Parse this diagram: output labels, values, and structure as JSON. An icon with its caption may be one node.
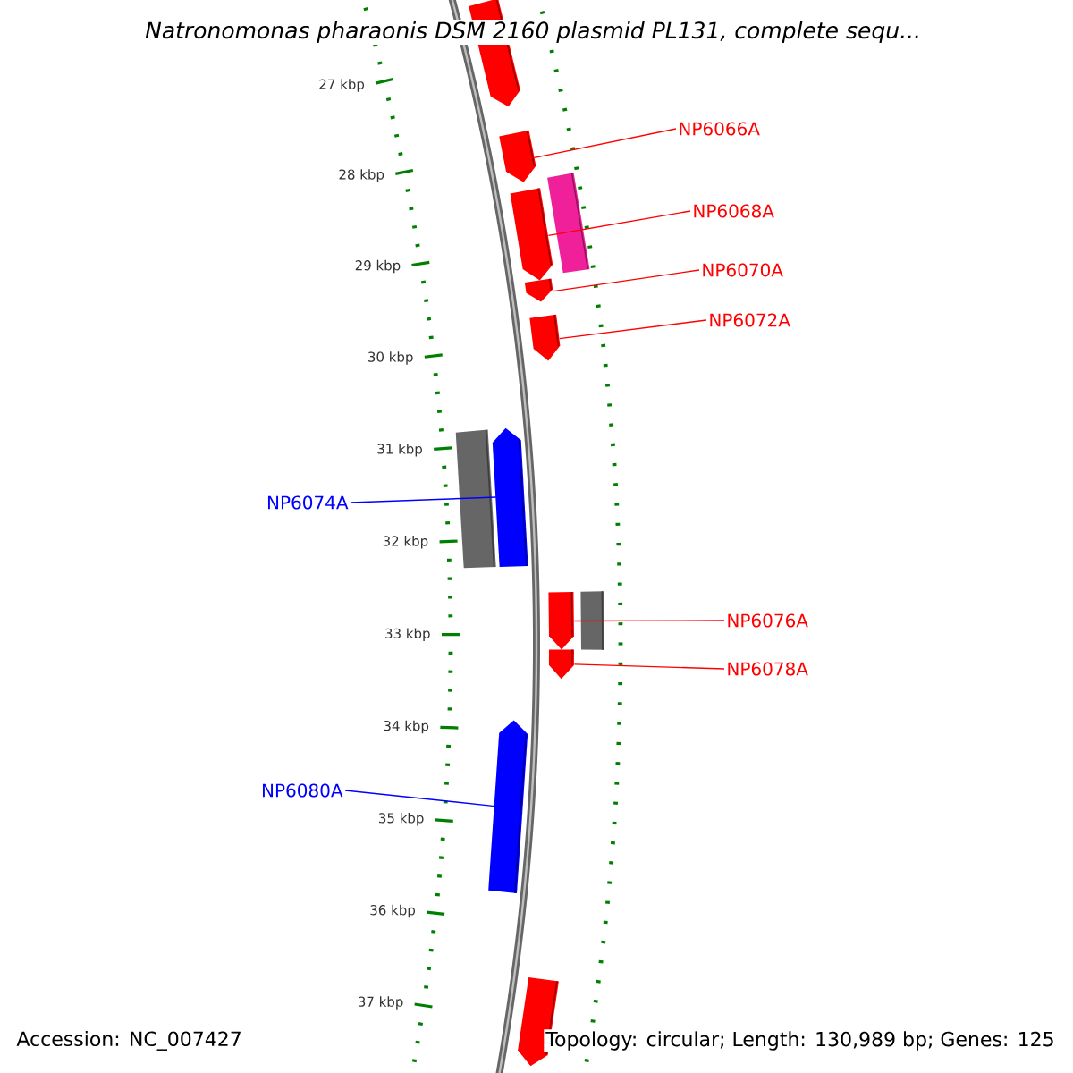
{
  "diagram": {
    "title": "Natronomonas pharaonis DSM 2160 plasmid PL131, complete sequ...",
    "nodes": [
      {
        "text": [
          "NP6066A"
        ]
      },
      {
        "text": [
          "NP6068A"
        ]
      },
      {
        "text": [
          "NP6070A"
        ]
      },
      {
        "text": [
          "NP6072A"
        ]
      },
      {
        "text": [
          "NP6074A"
        ]
      },
      {
        "text": [
          "NP6076A"
        ]
      },
      {
        "text": [
          "NP6078A"
        ]
      },
      {
        "text": [
          "NP6080A"
        ]
      },
      {
        "text": [],
        "shape": "arrow"
      },
      {
        "text": [],
        "shape": "arrow"
      },
      {
        "text": [],
        "shape": "bar"
      },
      {
        "text": [],
        "shape": "arrow"
      },
      {
        "text": [],
        "shape": "arrow"
      },
      {
        "text": [],
        "shape": "arrow"
      },
      {
        "text": [],
        "shape": "bar"
      },
      {
        "text": [],
        "shape": "arrow"
      },
      {
        "text": [],
        "shape": "arrow"
      },
      {
        "text": [],
        "shape": "bar"
      },
      {
        "text": [],
        "shape": "arrow"
      },
      {
        "text": [],
        "shape": "arrow"
      },
      {
        "text": [],
        "shape": "arrow"
      }
    ],
    "edges": [
      {
        "from": 0,
        "to": 9,
        "arrow": "none"
      },
      {
        "from": 1,
        "to": 11,
        "arrow": "none"
      },
      {
        "from": 2,
        "to": 12,
        "arrow": "none"
      },
      {
        "from": 3,
        "to": 13,
        "arrow": "none"
      },
      {
        "from": 4,
        "to": 15,
        "arrow": "none",
        "color": "#0000ff"
      },
      {
        "from": 5,
        "to": 16,
        "arrow": "none"
      },
      {
        "from": 6,
        "to": 18,
        "arrow": "none"
      },
      {
        "from": 7,
        "to": 19,
        "arrow": "none",
        "color": "#0000ff"
      }
    ],
    "labels": [
      "27 kbp",
      "28 kbp",
      "29 kbp",
      "30 kbp",
      "31 kbp",
      "32 kbp",
      "33 kbp",
      "34 kbp",
      "35 kbp",
      "36 kbp",
      "37 kbp",
      "Accession: NC_007427",
      "Topology: circular; Length: 130,989 bp; Genes: 125"
    ]
  }
}
